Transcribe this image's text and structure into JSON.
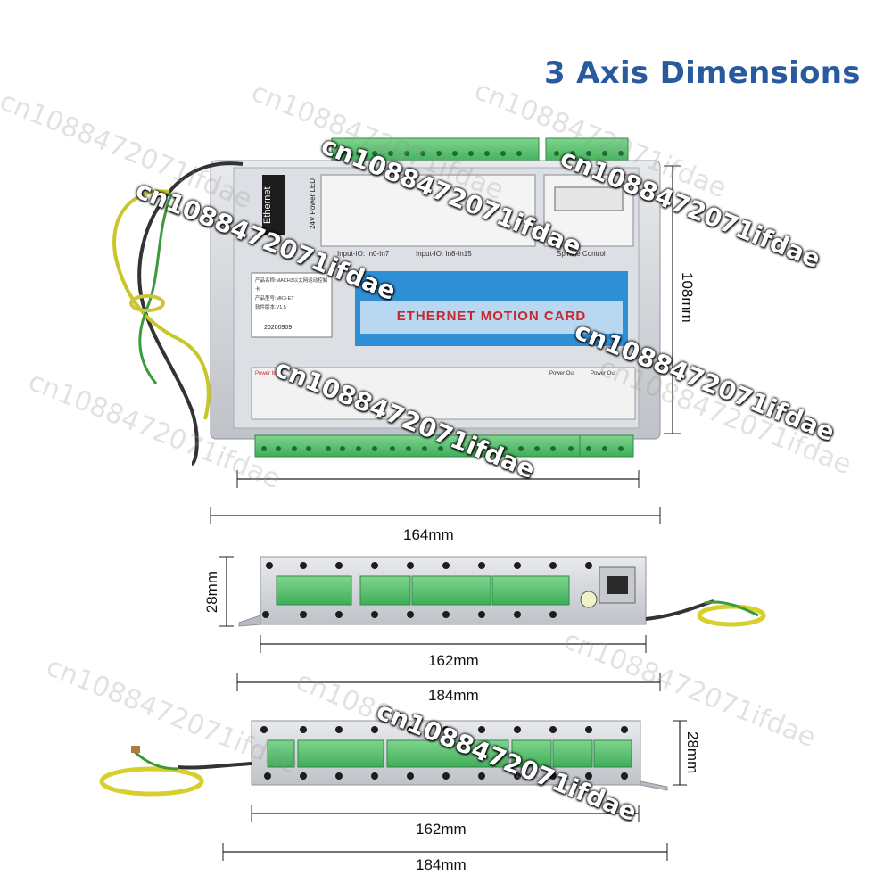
{
  "title": "3 Axis Dimensions",
  "board": {
    "ethernet_label": "Ethernet",
    "card_title": "ETHERNET MOTION CARD",
    "power_led": "24V Power LED",
    "input_labels": [
      "Input-IO: In0-In7",
      "Input-IO: In8-In15"
    ],
    "spindle_control": "Spindle Control",
    "product_info": [
      "产品名称:MACH3以太网运动控制卡",
      "产品型号:MK3-ET",
      "软件版本:V1.5"
    ],
    "date_code": "20200909",
    "power_in": "Power In",
    "power_out": "Power Out"
  },
  "dimensions": {
    "top_width_inner": "",
    "top_width_outer": "164mm",
    "height_108": "108mm",
    "side1_height": "28mm",
    "side1_inner": "162mm",
    "side1_outer": "184mm",
    "side2_height": "28mm",
    "side2_inner": "162mm",
    "side2_outer": "184mm"
  },
  "watermark": "cn1088472071ifdae"
}
